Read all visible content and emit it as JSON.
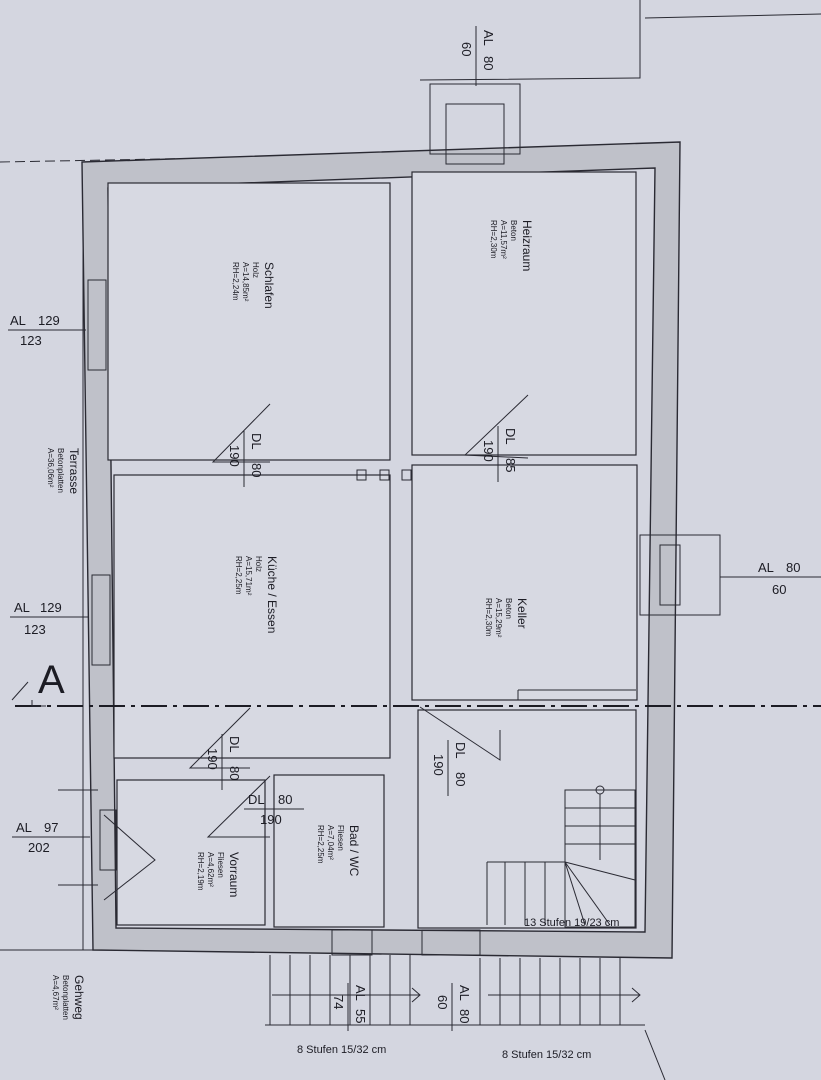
{
  "rooms": {
    "schlafen": {
      "name": "Schlafen",
      "floor": "Holz",
      "area": "A=14,85m²",
      "height": "RH=2,24m"
    },
    "heizraum": {
      "name": "Heizraum",
      "floor": "Beton",
      "area": "A=11,57m²",
      "height": "RH=2,30m"
    },
    "kueche": {
      "name": "Küche / Essen",
      "floor": "Holz",
      "area": "A=15,71m²",
      "height": "RH=2,25m"
    },
    "keller": {
      "name": "Keller",
      "floor": "Beton",
      "area": "A=15,29m²",
      "height": "RH=2,30m"
    },
    "bad": {
      "name": "Bad / WC",
      "floor": "Fliesen",
      "area": "A=7,04m²",
      "height": "RH=2,25m"
    },
    "vorraum": {
      "name": "Vorraum",
      "floor": "Fliesen",
      "area": "A=4,62m²",
      "height": "RH=2,19m"
    },
    "terrasse": {
      "name": "Terrasse",
      "floor": "Betonplatten",
      "area": "A=36,06m²"
    },
    "gehweg": {
      "name": "Gehweg",
      "floor": "Betonplatten",
      "area": "A=4,67m²"
    }
  },
  "openings": {
    "al_top": {
      "code": "AL",
      "w": "80",
      "h": "60"
    },
    "al_left1": {
      "code": "AL",
      "w": "129",
      "h": "123"
    },
    "al_left2": {
      "code": "AL",
      "w": "129",
      "h": "123"
    },
    "al_right": {
      "code": "AL",
      "w": "80",
      "h": "60"
    },
    "al_left3": {
      "code": "AL",
      "w": "97",
      "h": "202"
    },
    "al_bottom1": {
      "code": "AL",
      "w": "55",
      "h": "74"
    },
    "al_bottom2": {
      "code": "AL",
      "w": "80",
      "h": "60"
    },
    "dl_schlafen": {
      "code": "DL",
      "w": "80",
      "h": "190"
    },
    "dl_heizraum": {
      "code": "DL",
      "w": "85",
      "h": "190"
    },
    "dl_kueche": {
      "code": "DL",
      "w": "80",
      "h": "190"
    },
    "dl_bad": {
      "code": "DL",
      "w": "80",
      "h": "190"
    },
    "dl_keller": {
      "code": "DL",
      "w": "80",
      "h": "190"
    }
  },
  "stairs": {
    "inner": "13 Stufen 19/23 cm",
    "outer_left": "8 Stufen 15/32 cm",
    "outer_right": "8 Stufen 15/32 cm"
  },
  "section_marker": "A"
}
